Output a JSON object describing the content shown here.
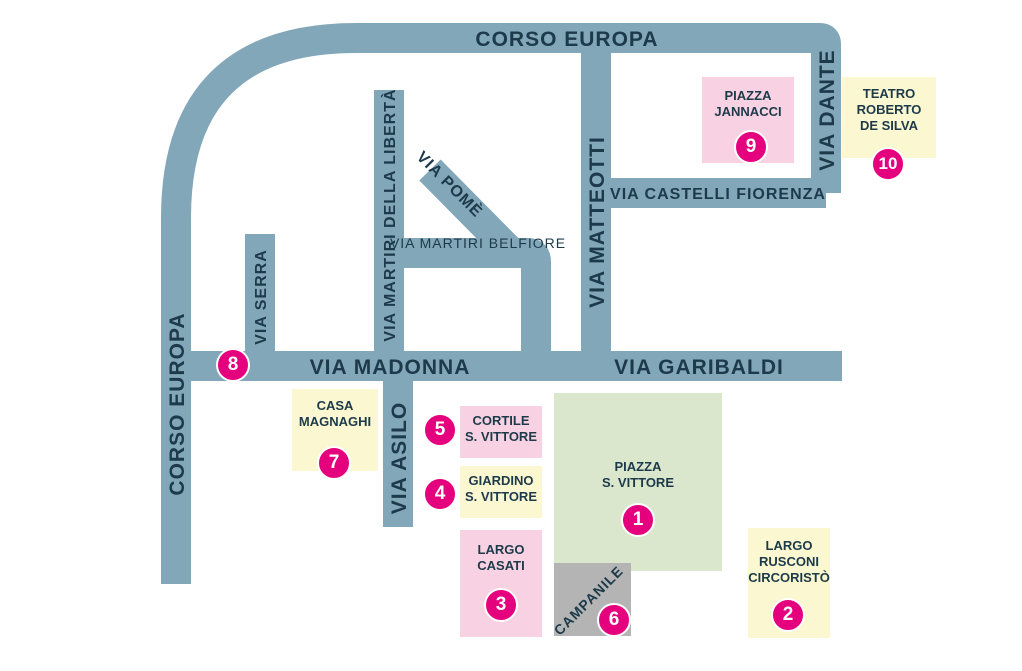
{
  "colors": {
    "road": "#82a7b9",
    "label": "#1d3a4a",
    "marker": "#e5007e",
    "yellow_block": "#fbf7d0",
    "pink_block": "#f8d2e3",
    "green_block": "#dbe7cc",
    "gray_block": "#b4b4b4"
  },
  "streets": {
    "corso_europa_top": "CORSO EUROPA",
    "corso_europa_left": "CORSO EUROPA",
    "via_dante": "VIA DANTE",
    "via_castelli_fiorenza": "VIA CASTELLI FIORENZA",
    "via_matteotti": "VIA MATTEOTTI",
    "via_martiri_della_liberta": "VIA MARTIRI DELLA LIBERTÀ",
    "via_pome": "VIA POMÈ",
    "via_martiri_belfiore": "VIA MARTIRI BELFIORE",
    "via_serra": "VIA SERRA",
    "via_madonna": "VIA MADONNA",
    "via_garibaldi": "VIA GARIBALDI",
    "via_asilo": "VIA ASILO"
  },
  "places": [
    {
      "number": "1",
      "name": "PIAZZA\nS. VITTORE",
      "color": "green"
    },
    {
      "number": "2",
      "name": "LARGO\nRUSCONI\nCIRCORISTÒ",
      "color": "yellow"
    },
    {
      "number": "3",
      "name": "LARGO\nCASATI",
      "color": "pink"
    },
    {
      "number": "4",
      "name": "GIARDINO\nS. VITTORE",
      "color": "yellow"
    },
    {
      "number": "5",
      "name": "CORTILE\nS. VITTORE",
      "color": "pink"
    },
    {
      "number": "6",
      "name": "CAMPANILE",
      "color": "gray"
    },
    {
      "number": "7",
      "name": "CASA\nMAGNAGHI",
      "color": "yellow"
    },
    {
      "number": "8",
      "name": "",
      "color": "none"
    },
    {
      "number": "9",
      "name": "PIAZZA\nJANNACCI",
      "color": "pink"
    },
    {
      "number": "10",
      "name": "TEATRO\nROBERTO\nDE SILVA",
      "color": "yellow"
    }
  ]
}
